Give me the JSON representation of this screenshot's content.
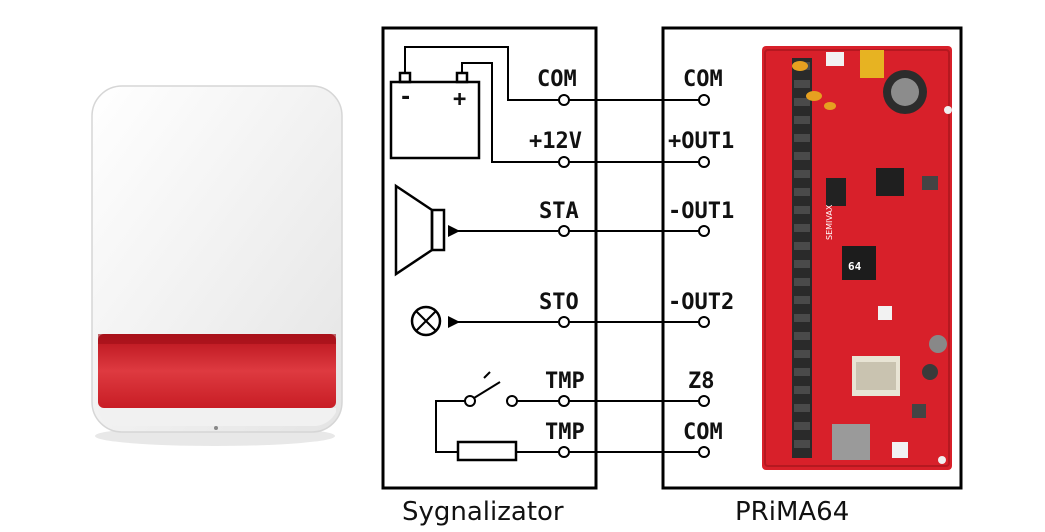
{
  "siren": {
    "label": "Sygnalizator",
    "battery_minus": "-",
    "battery_plus": "+",
    "terminals": [
      "COM",
      "+12V",
      "STA",
      "STO",
      "TMP",
      "TMP"
    ]
  },
  "panel": {
    "label": "PRiMA64",
    "terminals": [
      "COM",
      "+OUT1",
      "-OUT1",
      "-OUT2",
      "Z8",
      "COM"
    ],
    "board_brand": "SEMIVAX",
    "board_chip": "64"
  },
  "colors": {
    "board_red": "#d8202a",
    "siren_red": "#c61c24",
    "line": "#000000"
  }
}
